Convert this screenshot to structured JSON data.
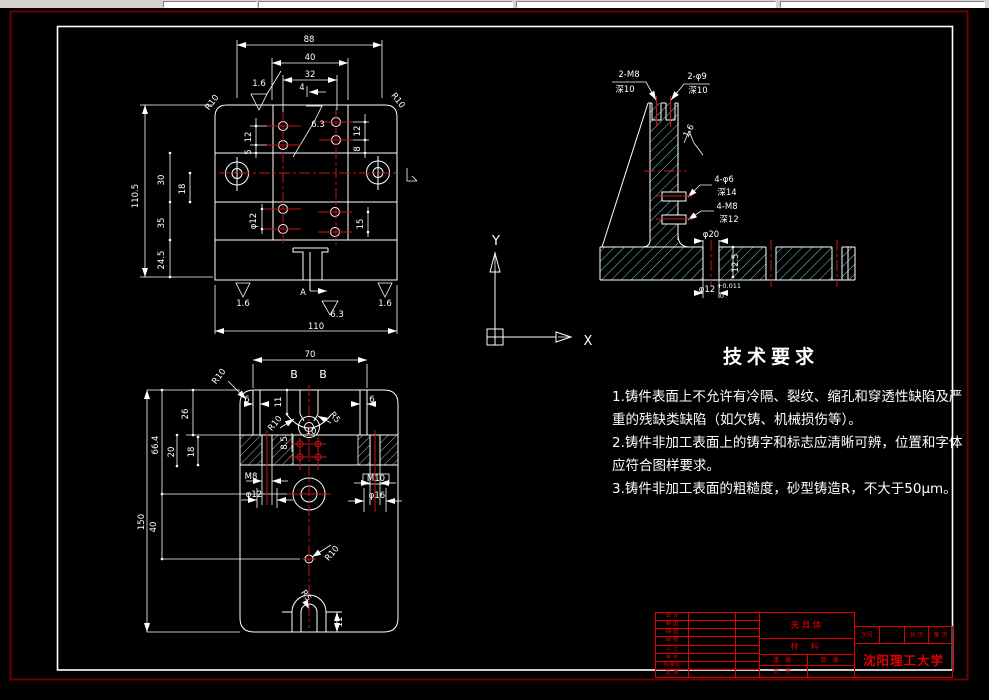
{
  "colors": {
    "background": "#000000",
    "line": "#ffffff",
    "centerline": "#c81414",
    "hatch": "#8ce8e8",
    "frame": "#6e0000",
    "titleblock": "#e00000",
    "toolbar": "#d6d3ce"
  },
  "ucs": {
    "labels": [
      [
        "Y",
        496,
        245,
        0,
        13
      ],
      [
        "X",
        588,
        345,
        0,
        13
      ]
    ]
  },
  "tech_requirements": {
    "title": "技术要求",
    "lines": [
      "1.铸件表面上不允许有冷隔、裂纹、缩孔和穿透性缺陷及严",
      "重的残缺类缺陷（如欠铸、机械损伤等）。",
      "2.铸件非加工表面上的铸字和标志应清晰可辨，位置和字体",
      "应符合图样要求。",
      "3.铸件非加工表面的粗糙度，砂型铸造R，不大于50μm。"
    ]
  },
  "title_block": {
    "part_name": "夹具体",
    "material_label": "材  料",
    "weight_label": "重 量",
    "qty_label": "数 量",
    "scale_label": "比 例",
    "font_label": "字号",
    "sheet_label": "共 页",
    "page_label": "第 页",
    "university": "沈阳理工大学",
    "rows": [
      "设 计",
      "制 图",
      "描 图",
      "审 核",
      "工 艺",
      "审 定",
      "标准化",
      "批 准"
    ]
  },
  "views": {
    "top_view": {
      "labels": [
        [
          "88",
          309,
          42
        ],
        [
          "40",
          310,
          60
        ],
        [
          "32",
          310,
          77
        ],
        [
          "4",
          302,
          90
        ],
        [
          "1.6",
          259,
          86
        ],
        [
          "R10",
          214,
          104,
          -52
        ],
        [
          "R10",
          396,
          102,
          52
        ],
        [
          "6.3",
          318,
          127
        ],
        [
          "12",
          251,
          137,
          -90
        ],
        [
          "5",
          251,
          152,
          -90
        ],
        [
          "12",
          360,
          131,
          -90
        ],
        [
          "8",
          360,
          149,
          -90
        ],
        [
          "110.5",
          138,
          196,
          -90
        ],
        [
          "30",
          164,
          180,
          -90
        ],
        [
          "35",
          164,
          223,
          -90
        ],
        [
          "24.5",
          164,
          260,
          -90
        ],
        [
          "18",
          185,
          189,
          -90
        ],
        [
          "φ12",
          256,
          221,
          -90
        ],
        [
          "15",
          363,
          224,
          -90
        ],
        [
          "1.6",
          243,
          306
        ],
        [
          "1.6",
          385,
          306
        ],
        [
          "6.3",
          337,
          317
        ],
        [
          "A",
          303,
          295
        ],
        [
          "110",
          316,
          329
        ]
      ]
    },
    "bottom_view": {
      "labels": [
        [
          "70",
          310,
          357
        ],
        [
          "B",
          294,
          378,
          0,
          11
        ],
        [
          "B",
          323,
          378,
          0,
          11
        ],
        [
          "R10",
          221,
          378,
          -52
        ],
        [
          "11",
          281,
          402,
          -90
        ],
        [
          "6",
          247,
          402
        ],
        [
          "6",
          372,
          402
        ],
        [
          "R10",
          277,
          425,
          -50
        ],
        [
          "R5",
          333,
          419,
          50
        ],
        [
          "10",
          311,
          434
        ],
        [
          "8.5",
          287,
          443,
          -90
        ],
        [
          "26",
          188,
          414,
          -90
        ],
        [
          "66.4",
          158,
          445,
          -90
        ],
        [
          "20",
          174,
          452,
          -90
        ],
        [
          "18",
          194,
          452,
          -90
        ],
        [
          "150",
          144,
          522,
          -90
        ],
        [
          "40",
          156,
          527,
          -90
        ],
        [
          "M8",
          251,
          479
        ],
        [
          "φ12",
          254,
          497
        ],
        [
          "M10",
          376,
          481
        ],
        [
          "φ16",
          377,
          498
        ],
        [
          "R10",
          334,
          555,
          -50
        ],
        [
          "R5",
          304,
          597,
          55
        ],
        [
          "11",
          342,
          622,
          -90
        ]
      ]
    },
    "section_view": {
      "labels": [
        [
          "2-M8",
          629,
          77
        ],
        [
          "深10",
          625,
          92
        ],
        [
          "2-φ9",
          697,
          79
        ],
        [
          "深10",
          698,
          93
        ],
        [
          "1.6",
          691,
          132,
          -62
        ],
        [
          "4-φ6",
          724,
          182
        ],
        [
          "深14",
          727,
          195
        ],
        [
          "4-M8",
          727,
          209
        ],
        [
          "深12",
          729,
          222
        ],
        [
          "φ20",
          711,
          237
        ],
        [
          "12.5",
          738,
          263,
          -90
        ],
        [
          "φ12",
          707,
          292
        ],
        [
          "+0.011",
          729,
          288,
          0,
          6.5
        ],
        [
          "0",
          722,
          298,
          0,
          6.5
        ]
      ]
    }
  }
}
